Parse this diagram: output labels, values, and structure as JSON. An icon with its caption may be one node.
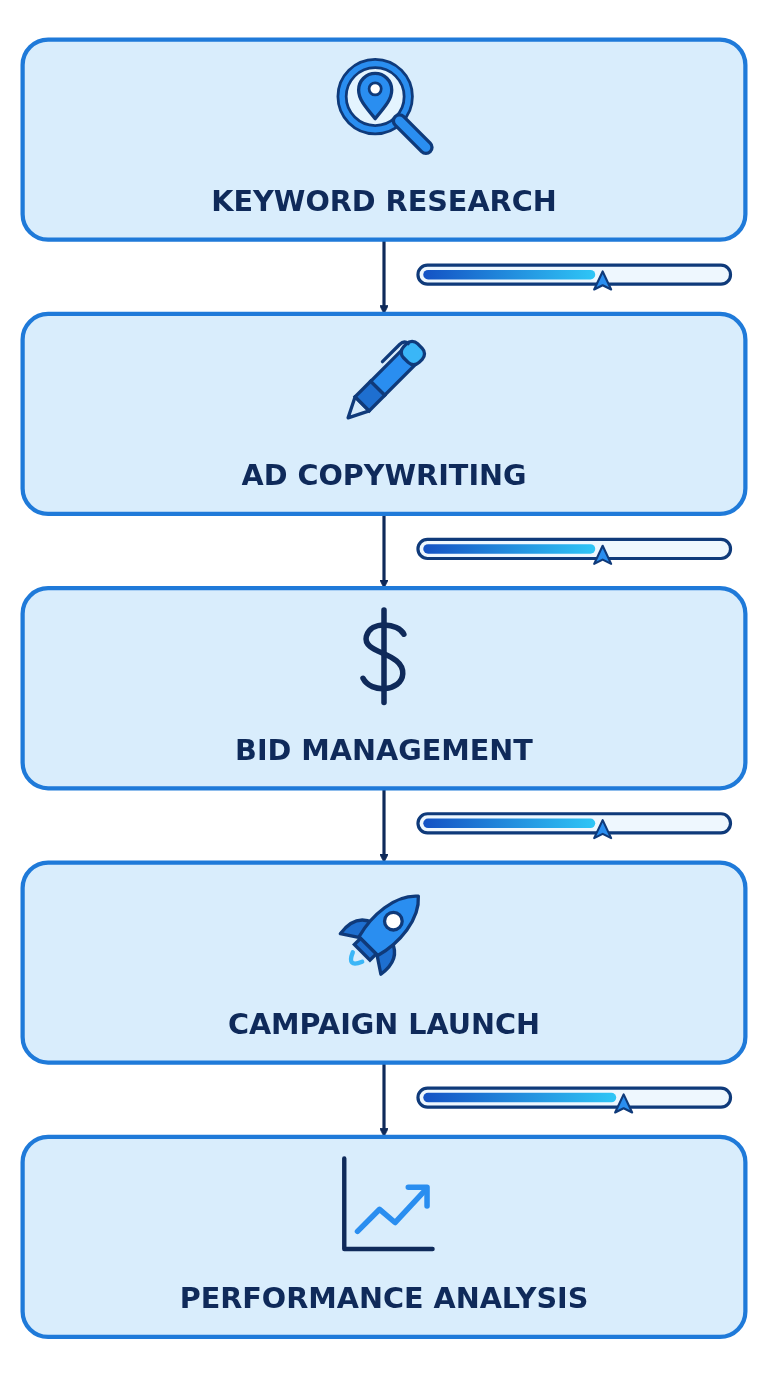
{
  "diagram": {
    "nodes": [
      {
        "text": [
          "KEYWORD RESEARCH"
        ]
      },
      {
        "text": [
          "AD COPYWRITING"
        ]
      },
      {
        "text": [
          "BID MANAGEMENT"
        ]
      },
      {
        "text": [
          "CAMPAIGN LAUNCH"
        ]
      },
      {
        "text": [
          "PERFORMANCE ANALYSIS"
        ]
      }
    ],
    "edges": [
      {
        "from": 0,
        "to": 1,
        "arrow": "to"
      },
      {
        "from": 1,
        "to": 2,
        "arrow": "to"
      },
      {
        "from": 2,
        "to": 3,
        "arrow": "to"
      },
      {
        "from": 3,
        "to": 4,
        "arrow": "to"
      }
    ]
  }
}
